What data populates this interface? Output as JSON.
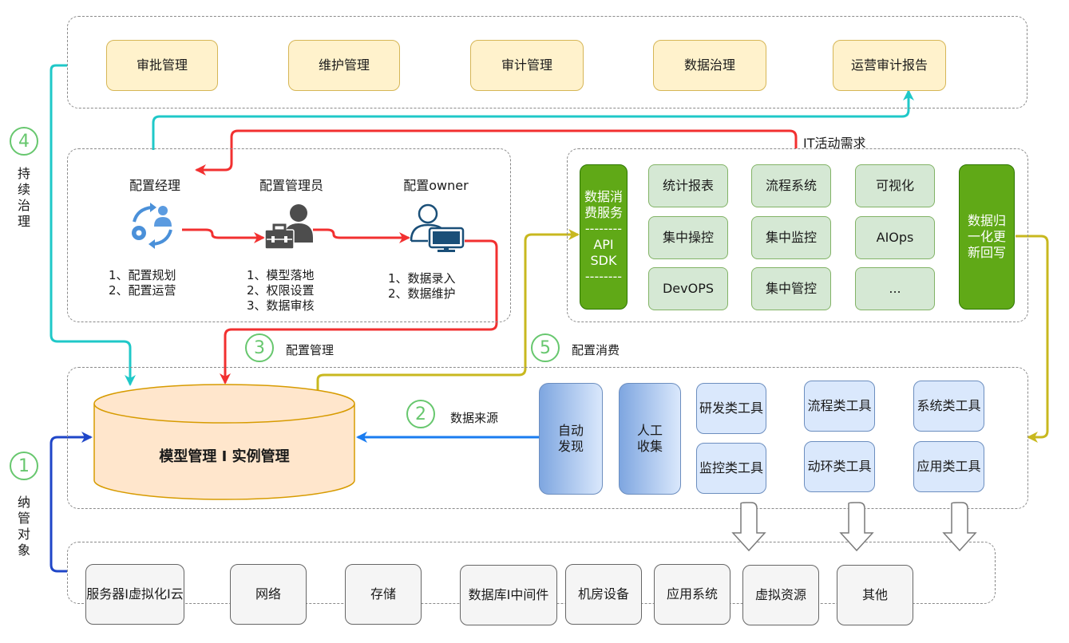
{
  "governance": {
    "items": [
      "审批管理",
      "维护管理",
      "审计管理",
      "数据治理",
      "运营审计报告"
    ]
  },
  "roles": [
    {
      "title": "配置经理",
      "icon": "manager-cycle-icon",
      "duties": "1、配置规划\n2、配置运营"
    },
    {
      "title": "配置管理员",
      "icon": "admin-toolbox-icon",
      "duties": "1、模型落地\n2、权限设置\n3、数据审核"
    },
    {
      "title": "配置owner",
      "icon": "user-computer-icon",
      "duties": "1、数据录入\n2、数据维护"
    }
  ],
  "consumption": {
    "service": "数据消\n费服务\n--------\nAPI\nSDK\n--------",
    "grid": [
      "统计报表",
      "流程系统",
      "可视化",
      "集中操控",
      "集中监控",
      "AIOps",
      "DevOPS",
      "集中管控",
      "..."
    ],
    "writeback": "数据归\n一化更\n新回写"
  },
  "core": {
    "database": "模型管理 I 实例管理",
    "sources": [
      "自动\n发现",
      "人工\n收集"
    ],
    "tools": [
      "研发类工具",
      "流程类工具",
      "系统类工具",
      "监控类工具",
      "动环类工具",
      "应用类工具"
    ]
  },
  "objects": [
    "服务器I虚拟化I云",
    "网络",
    "存储",
    "数据库I中间件",
    "机房设备",
    "应用系统",
    "虚拟资源",
    "其他"
  ],
  "flows": {
    "f1": {
      "num": "1",
      "label": "纳\n管\n对\n象"
    },
    "f2": {
      "num": "2",
      "label": "数据来源"
    },
    "f3": {
      "num": "3",
      "label": "配置管理"
    },
    "f4": {
      "num": "4",
      "label": "持\n续\n治\n理"
    },
    "f5": {
      "num": "5",
      "label": "配置消费"
    },
    "it_demand": "IT活动需求"
  },
  "colors": {
    "governance_flow": "#1fc8c8",
    "management_flow": "#f23030",
    "consumption_flow": "#c8b81f",
    "source_flow": "#1a7cf0",
    "object_flow": "#1f46c8",
    "step_circle": "#67c76e"
  }
}
